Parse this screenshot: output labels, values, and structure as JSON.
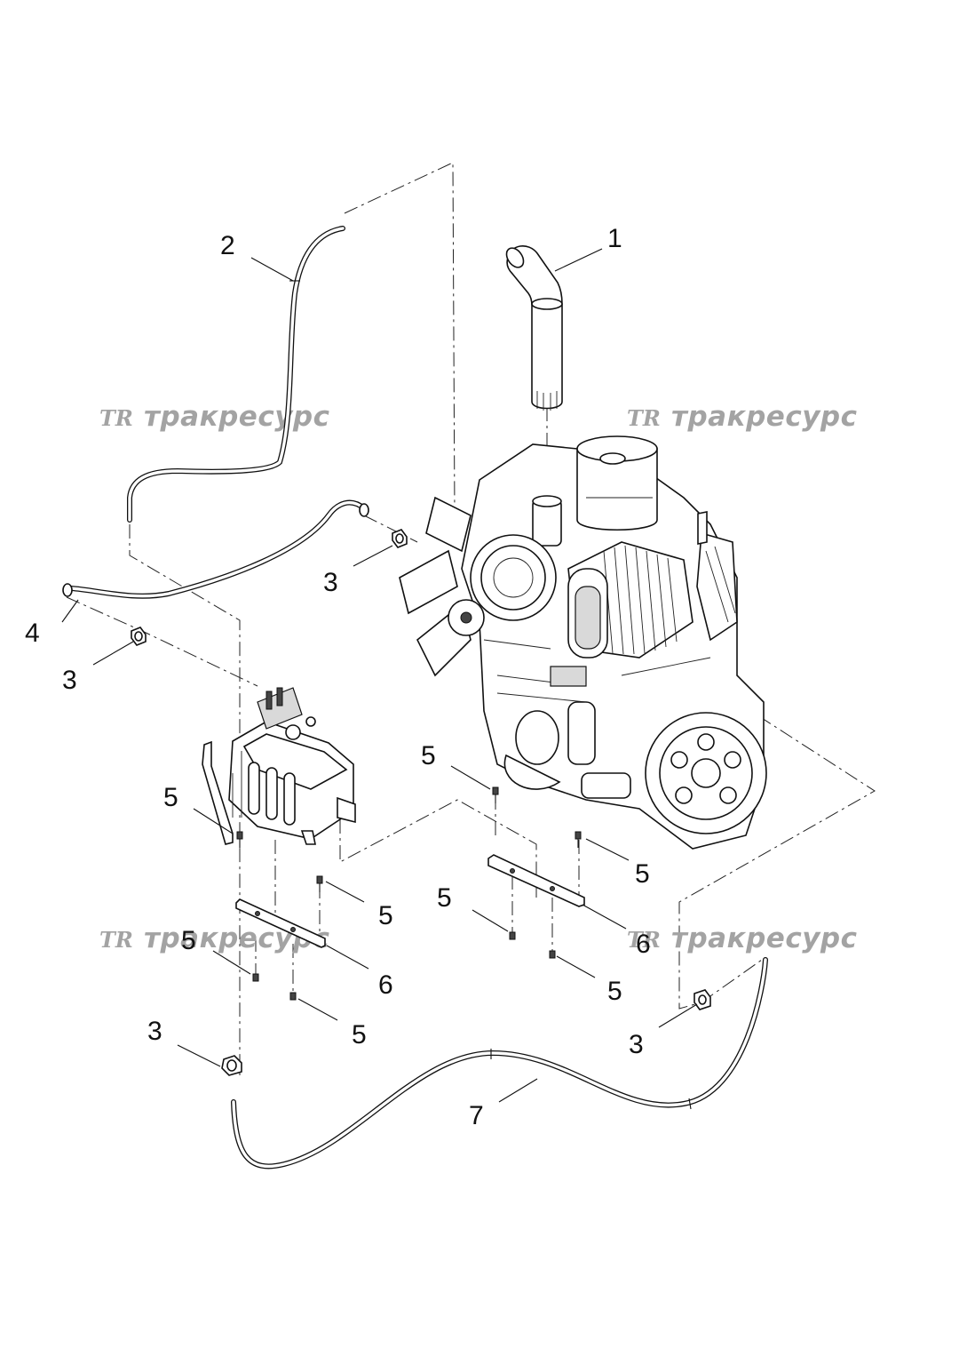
{
  "diagram": {
    "callouts": [
      {
        "id": "c1",
        "label": "1"
      },
      {
        "id": "c2",
        "label": "2"
      },
      {
        "id": "c3a",
        "label": "3"
      },
      {
        "id": "c3b",
        "label": "3"
      },
      {
        "id": "c3c",
        "label": "3"
      },
      {
        "id": "c3d",
        "label": "3"
      },
      {
        "id": "c4",
        "label": "4"
      },
      {
        "id": "c5a",
        "label": "5"
      },
      {
        "id": "c5b",
        "label": "5"
      },
      {
        "id": "c5c",
        "label": "5"
      },
      {
        "id": "c5d",
        "label": "5"
      },
      {
        "id": "c5e",
        "label": "5"
      },
      {
        "id": "c5f",
        "label": "5"
      },
      {
        "id": "c5g",
        "label": "5"
      },
      {
        "id": "c5h",
        "label": "5"
      },
      {
        "id": "c6a",
        "label": "6"
      },
      {
        "id": "c6b",
        "label": "6"
      },
      {
        "id": "c7",
        "label": "7"
      }
    ],
    "watermark": {
      "logo": "TR",
      "text": "тракресурс",
      "color": "#a3a3a3"
    }
  }
}
